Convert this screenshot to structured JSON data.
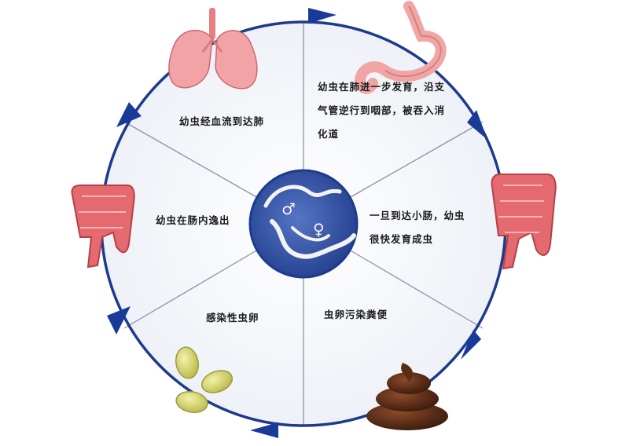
{
  "cycle": {
    "stages": [
      {
        "id": "lung",
        "text": "幼虫经血流到达肺"
      },
      {
        "id": "throat",
        "text_lines": [
          "幼虫在肺进一步发育，沿支",
          "气管逆行到咽部，被吞入消",
          "化道"
        ]
      },
      {
        "id": "small-intestine",
        "text_lines": [
          "一旦到达小肠，幼虫",
          "很快发育成虫"
        ]
      },
      {
        "id": "feces",
        "text": "虫卵污染粪便"
      },
      {
        "id": "egg",
        "text": "感染性虫卵"
      },
      {
        "id": "intestine-hatch",
        "text": "幼虫在肠内逸出"
      }
    ],
    "center_symbols": {
      "male": "♂",
      "female": "♀"
    }
  },
  "colors": {
    "ring": "#1d3a8c",
    "arrow": "#1a3a9a",
    "center": "#3b5ab0",
    "divider": "#8a93a8"
  }
}
